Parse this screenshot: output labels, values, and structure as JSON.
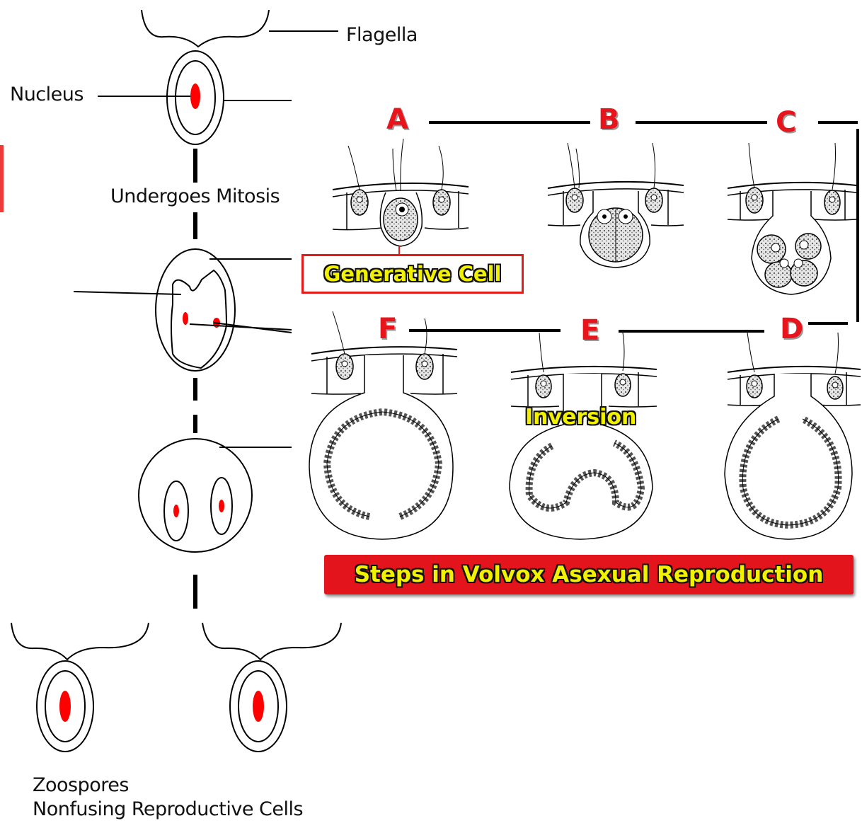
{
  "left_diagram": {
    "label_flagella": "Flagella",
    "label_nucleus": "Nucleus",
    "label_mitosis": "Undergoes Mitosis",
    "label_zoospores": "Zoospores",
    "label_nonfusing": "Nonfusing Reproductive Cells",
    "colors": {
      "nucleus": "#ff0000",
      "line": "#000000"
    }
  },
  "right_panel": {
    "steps": [
      "A",
      "B",
      "C",
      "D",
      "E",
      "F"
    ],
    "generative_cell_label": "Generative Cell",
    "inversion_label": "Inversion",
    "title": "Steps in Volvox Asexual Reproduction",
    "colors": {
      "step_letter": "#e8141c",
      "banner": "#e4141c",
      "banner_text": "#f2f200"
    }
  }
}
